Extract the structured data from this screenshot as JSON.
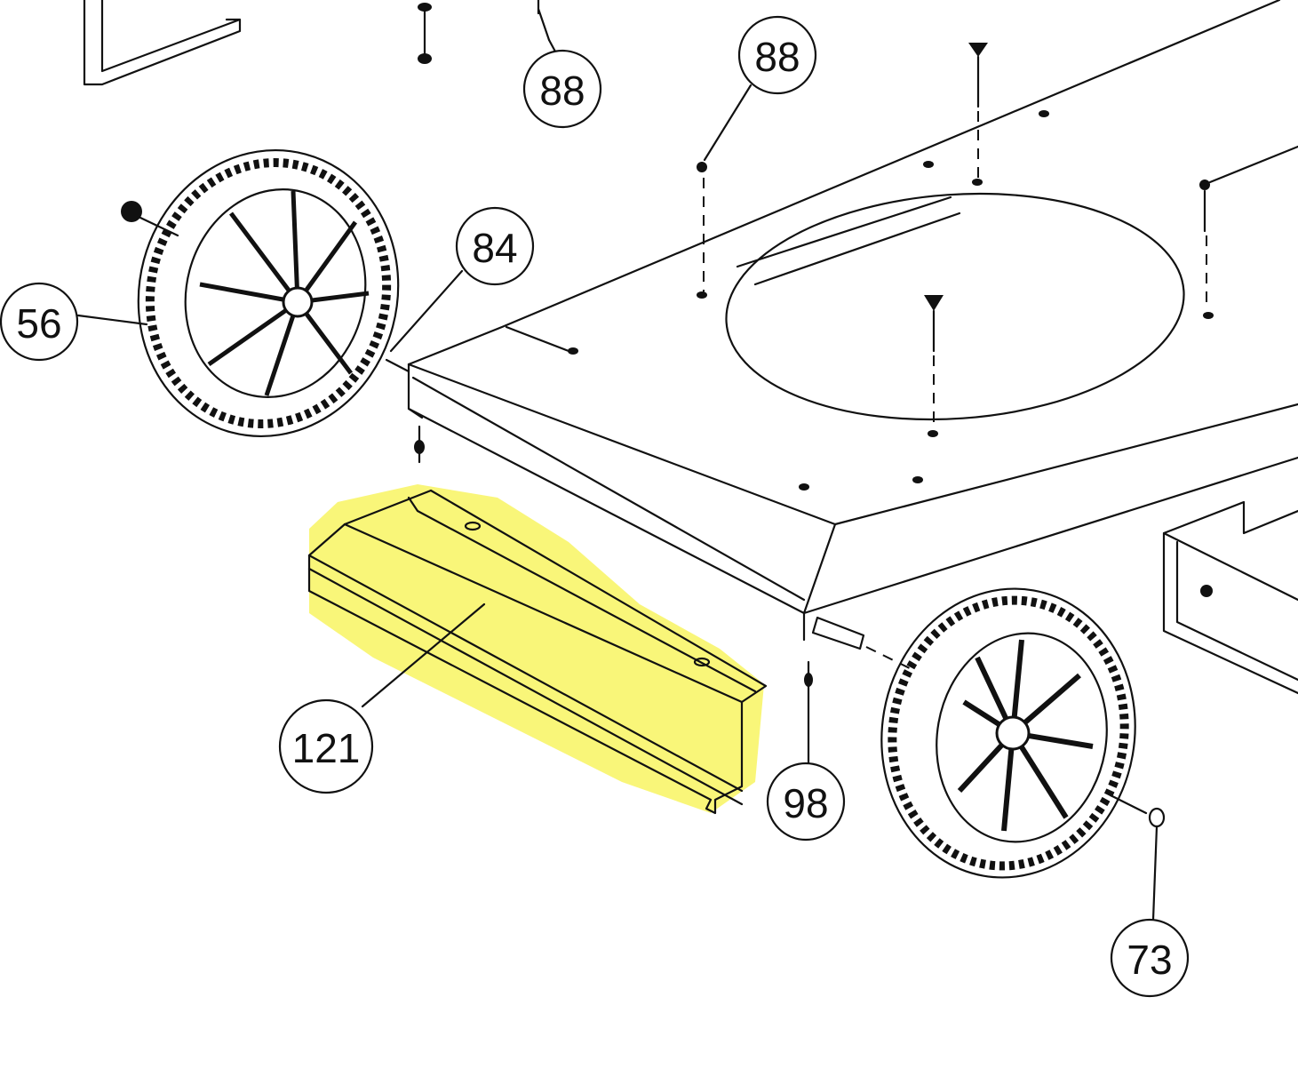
{
  "diagram": {
    "highlight_color": "#f8f56a",
    "callouts": [
      {
        "id": "88a",
        "label": "88"
      },
      {
        "id": "88b",
        "label": "88"
      },
      {
        "id": "84",
        "label": "84"
      },
      {
        "id": "56",
        "label": "56"
      },
      {
        "id": "121",
        "label": "121"
      },
      {
        "id": "98",
        "label": "98"
      },
      {
        "id": "73",
        "label": "73"
      }
    ]
  }
}
